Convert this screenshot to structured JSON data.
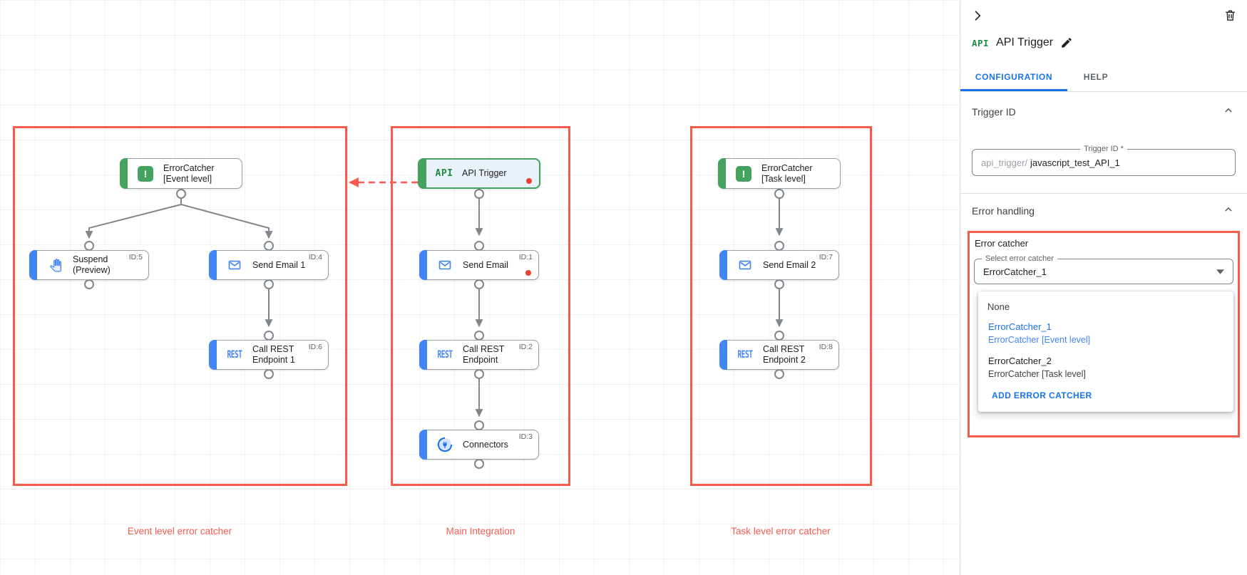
{
  "canvas": {
    "captions": [
      "Event level error catcher",
      "Main Integration",
      "Task level error catcher"
    ],
    "nodes": [
      {
        "label1": "ErrorCatcher",
        "label2": "[Event level]",
        "id": ""
      },
      {
        "label1": "Suspend",
        "label2": "(Preview)",
        "id": "ID:5"
      },
      {
        "label1": "Send Email 1",
        "label2": "",
        "id": "ID:4"
      },
      {
        "label1": "Call REST",
        "label2": "Endpoint 1",
        "id": "ID:6"
      },
      {
        "label1": "API Trigger",
        "label2": "",
        "id": ""
      },
      {
        "label1": "Send Email",
        "label2": "",
        "id": "ID:1"
      },
      {
        "label1": "Call REST",
        "label2": "Endpoint",
        "id": "ID:2"
      },
      {
        "label1": "Connectors",
        "label2": "",
        "id": "ID:3"
      },
      {
        "label1": "ErrorCatcher",
        "label2": "[Task level]",
        "id": ""
      },
      {
        "label1": "Send Email 2",
        "label2": "",
        "id": "ID:7"
      },
      {
        "label1": "Call REST",
        "label2": "Endpoint 2",
        "id": "ID:8"
      }
    ],
    "logos": {
      "api": "API",
      "rest": "REST",
      "error": "!"
    }
  },
  "panel": {
    "logo": "API",
    "title": "API Trigger",
    "tabs": {
      "configuration": "CONFIGURATION",
      "help": "HELP"
    },
    "trigger_id": {
      "section_title": "Trigger ID",
      "field_label": "Trigger ID *",
      "field_prefix": "api_trigger/",
      "field_value": "javascript_test_API_1"
    },
    "error_handling": {
      "section_title": "Error handling",
      "group_label": "Error catcher",
      "select_label": "Select error catcher",
      "select_value": "ErrorCatcher_1",
      "menu": {
        "none": "None",
        "opt1_name": "ErrorCatcher_1",
        "opt1_desc": "ErrorCatcher [Event level]",
        "opt2_name": "ErrorCatcher_2",
        "opt2_desc": "ErrorCatcher [Task level]",
        "add_button": "ADD ERROR CATCHER"
      }
    }
  },
  "colors": {
    "annotation_red": "#f65a4d",
    "task_blue": "#4285f4",
    "trigger_green": "#45a25f",
    "link_blue": "#1a73e8",
    "unsaved_dot_red": "#e74133"
  }
}
